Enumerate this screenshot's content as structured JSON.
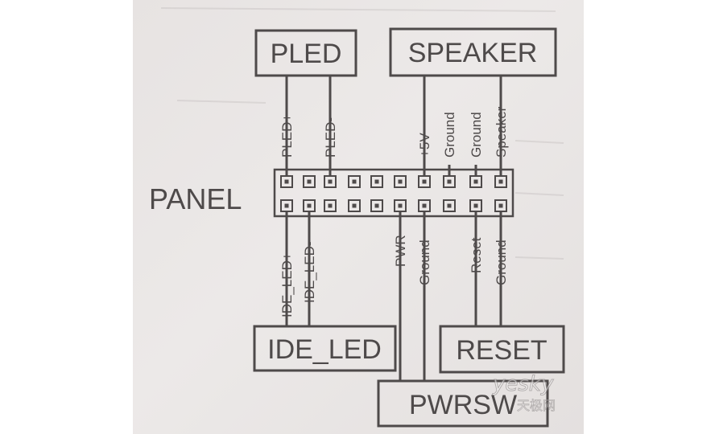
{
  "header_label": "PANEL",
  "boxes": {
    "pled": "PLED",
    "speaker": "SPEAKER",
    "ide_led": "IDE_LED",
    "reset": "RESET",
    "pwrsw": "PWRSW"
  },
  "top_pins": [
    "PLED+",
    "PLED-",
    "+5V",
    "Ground",
    "Ground",
    "Speaker"
  ],
  "bottom_pins": [
    "IDE_LED+",
    "IDE_LED-",
    "PWR",
    "Ground",
    "Reset",
    "Ground"
  ],
  "watermark": {
    "brand": "yesky",
    "chinese": "天极网"
  },
  "colors": {
    "ink": "#4e4a4a",
    "paper": "#e9e6e5"
  }
}
